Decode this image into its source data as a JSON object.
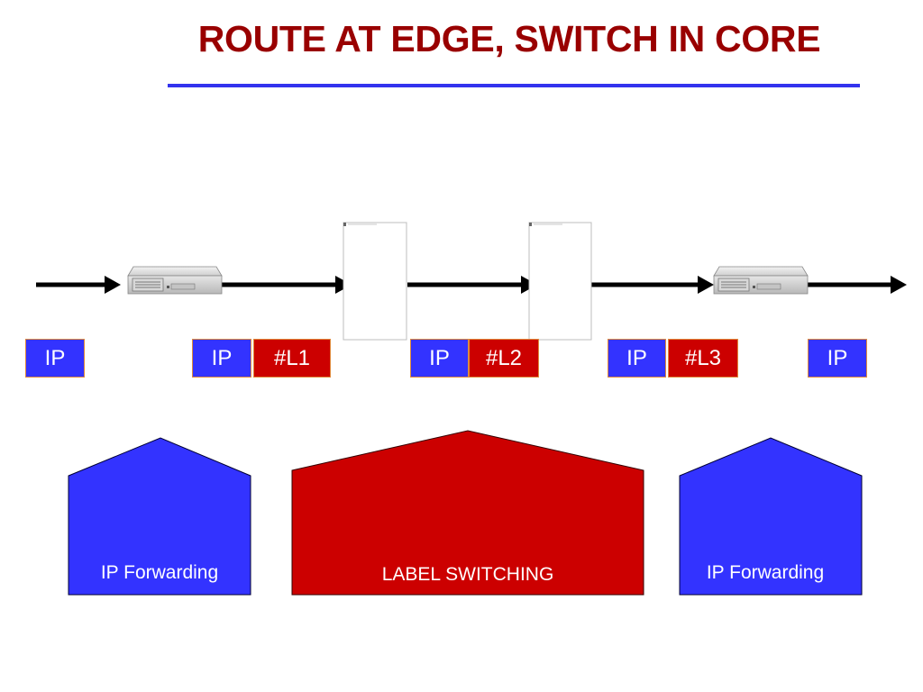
{
  "title": "ROUTE AT EDGE, SWITCH IN CORE",
  "colors": {
    "title": "#990000",
    "rule": "#3333ee",
    "ip_box": "#3333ff",
    "label_box": "#cc0000",
    "box_border": "#e08a3c",
    "forwarding_region": "#3333ff",
    "switching_region": "#cc0000"
  },
  "devices": [
    {
      "name": "edge-router-ingress",
      "icon": "router-icon"
    },
    {
      "name": "core-switch-1",
      "icon": "switch-placeholder"
    },
    {
      "name": "core-switch-2",
      "icon": "switch-placeholder"
    },
    {
      "name": "edge-router-egress",
      "icon": "router-icon"
    }
  ],
  "packets": [
    {
      "ip": "IP",
      "label": ""
    },
    {
      "ip": "IP",
      "label": "#L1"
    },
    {
      "ip": "IP",
      "label": "#L2"
    },
    {
      "ip": "IP",
      "label": "#L3"
    },
    {
      "ip": "IP",
      "label": ""
    }
  ],
  "regions": [
    {
      "label": "IP Forwarding"
    },
    {
      "label": "LABEL SWITCHING"
    },
    {
      "label": "IP Forwarding"
    }
  ]
}
